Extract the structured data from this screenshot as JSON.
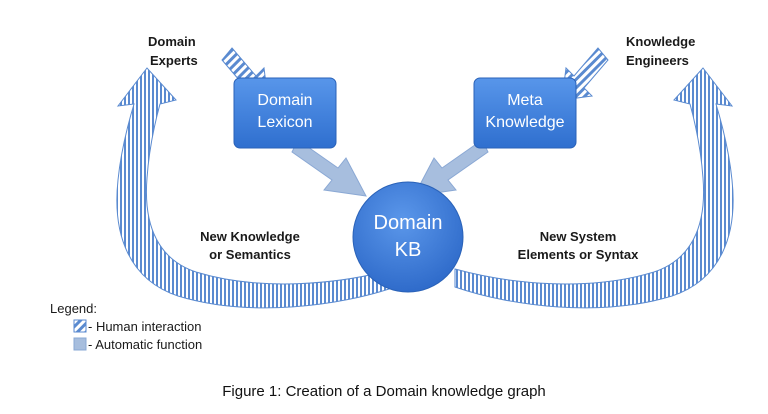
{
  "actors": {
    "left_line1": "Domain",
    "left_line2": "Experts",
    "right_line1": "Knowledge",
    "right_line2": "Engineers"
  },
  "nodes": {
    "lexicon_line1": "Domain",
    "lexicon_line2": "Lexicon",
    "meta_line1": "Meta",
    "meta_line2": "Knowledge",
    "kb_line1": "Domain",
    "kb_line2": "KB"
  },
  "cycles": {
    "left_line1": "New Knowledge",
    "left_line2": "or Semantics",
    "right_line1": "New System",
    "right_line2": "Elements or Syntax"
  },
  "legend": {
    "title": "Legend:",
    "human": "- Human interaction",
    "automatic": "- Automatic function"
  },
  "caption": "Figure 1: Creation of a Domain knowledge graph",
  "colors": {
    "box_fill": "#3f82de",
    "kb_fill": "#3d7fdc",
    "arrow_fill": "#a7bede",
    "stripe": "#5a8ad0"
  }
}
